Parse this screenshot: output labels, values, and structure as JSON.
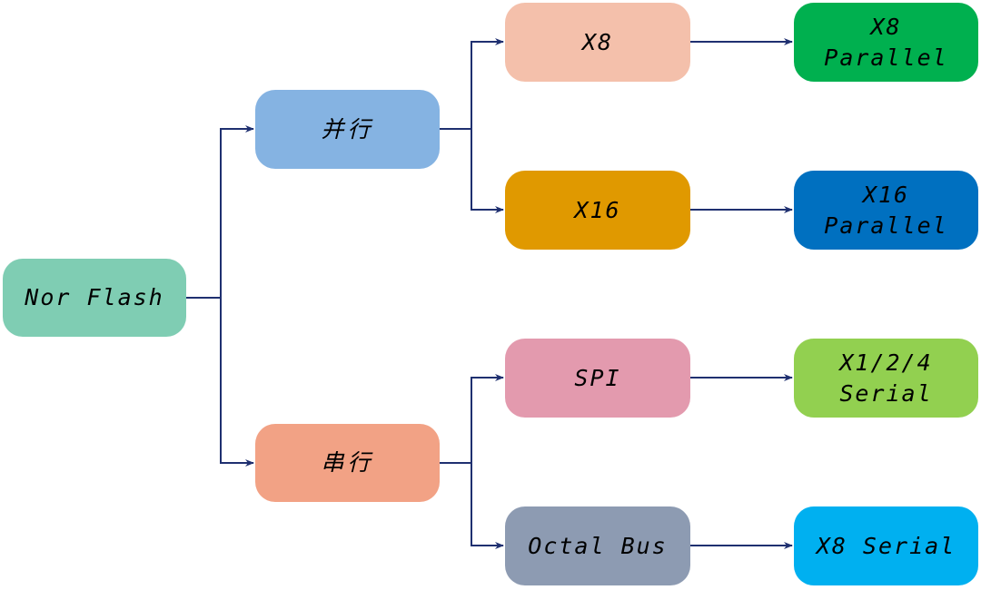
{
  "nodes": {
    "root": {
      "label": "Nor Flash",
      "color": "#7fcdb3"
    },
    "parallel": {
      "label": "并行",
      "color": "#85b3e2"
    },
    "serial": {
      "label": "串行",
      "color": "#f2a285"
    },
    "x8": {
      "label": "X8",
      "color": "#f4c0ab"
    },
    "x16": {
      "label": "X16",
      "color": "#e09900"
    },
    "spi": {
      "label": "SPI",
      "color": "#e39aae"
    },
    "octal": {
      "label": "Octal Bus",
      "color": "#8d9bb2"
    },
    "x8par": {
      "label": "X8\nParallel",
      "color": "#00b04f"
    },
    "x16par": {
      "label": "X16\nParallel",
      "color": "#0070c0"
    },
    "x124ser": {
      "label": "X1/2/4\nSerial",
      "color": "#92d050"
    },
    "x8ser": {
      "label": "X8 Serial",
      "color": "#00b0f0"
    }
  },
  "connector_color": "#1f3070"
}
